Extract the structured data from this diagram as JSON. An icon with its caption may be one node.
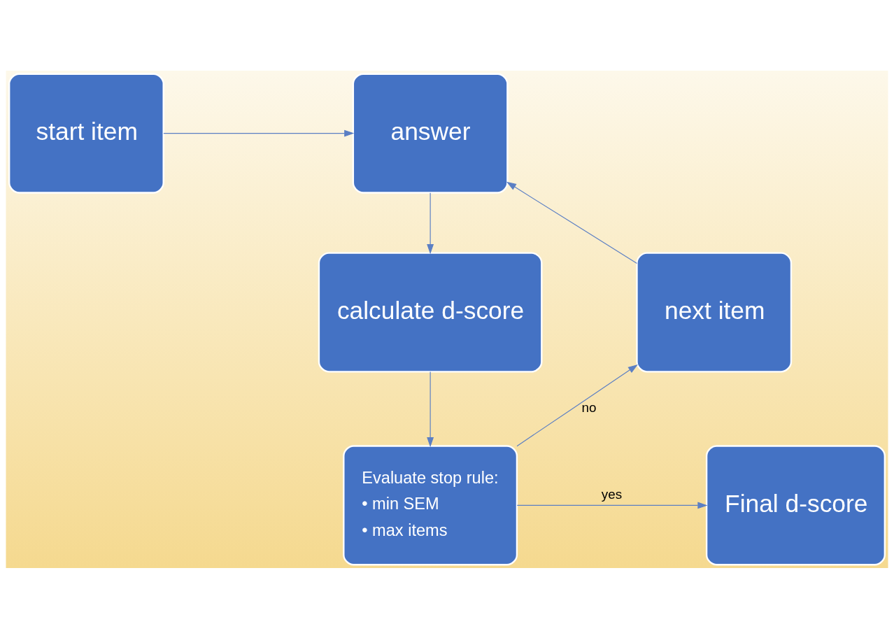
{
  "diagram": {
    "nodes": [
      {
        "text": [
          "start item"
        ]
      },
      {
        "text": [
          "answer"
        ]
      },
      {
        "text": [
          "calculate d-score"
        ]
      },
      {
        "text": [
          "Evaluate stop rule:",
          "• min SEM",
          "• max items"
        ]
      },
      {
        "text": [
          "next item"
        ]
      },
      {
        "text": [
          "Final d-score"
        ]
      }
    ],
    "edges": [
      {
        "from": 0,
        "to": 1,
        "arrow": "to"
      },
      {
        "from": 1,
        "to": 2,
        "arrow": "to"
      },
      {
        "from": 2,
        "to": 3,
        "arrow": "to"
      },
      {
        "from": 3,
        "to": 4,
        "arrow": "to",
        "label": "no"
      },
      {
        "from": 4,
        "to": 1,
        "arrow": "to"
      },
      {
        "from": 3,
        "to": 5,
        "arrow": "to",
        "label": "yes"
      }
    ]
  }
}
